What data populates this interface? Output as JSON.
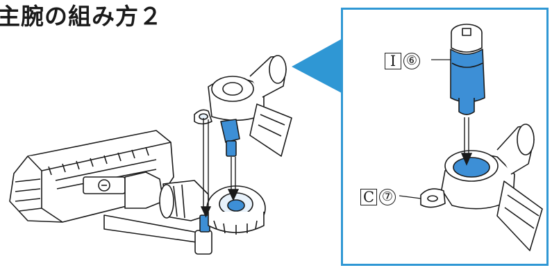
{
  "header": {
    "title": "主腕の組み方２"
  },
  "callouts": [
    {
      "part_letter": "I",
      "step_number": "⑥"
    },
    {
      "part_letter": "C",
      "step_number": "⑦"
    }
  ],
  "colors": {
    "accent_blue": "#2f97d4",
    "part_highlight": "#3d8fd6",
    "line_art": "#1a1a1a"
  }
}
